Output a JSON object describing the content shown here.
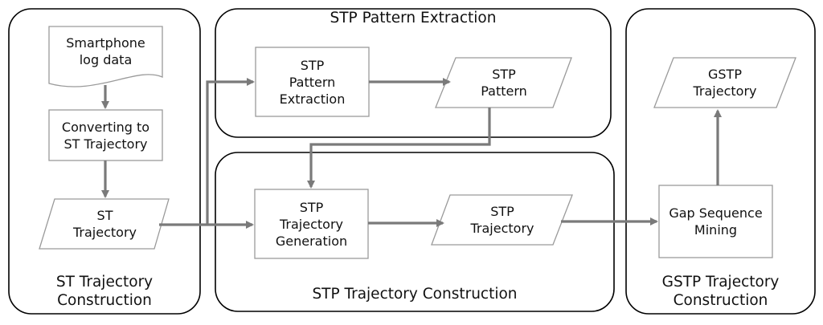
{
  "groups": {
    "st_construction": "ST Trajectory\nConstruction",
    "stp_extraction": "STP Pattern Extraction",
    "stp_construction": "STP Trajectory Construction",
    "gstp_construction": "GSTP Trajectory\nConstruction"
  },
  "nodes": {
    "log_data": "Smartphone\nlog data",
    "converting": "Converting to\nST Trajectory",
    "st_trajectory": "ST\nTrajectory",
    "pattern_extraction_process": "STP\nPattern\nExtraction",
    "stp_pattern": "STP\nPattern",
    "trajectory_generation": "STP\nTrajectory\nGeneration",
    "stp_trajectory": "STP\nTrajectory",
    "gap_mining": "Gap Sequence\nMining",
    "gstp_trajectory": "GSTP\nTrajectory"
  },
  "colors": {
    "arrow": "#7a7a7a",
    "shape_stroke": "#9a9a9a",
    "group_stroke": "#000000"
  }
}
